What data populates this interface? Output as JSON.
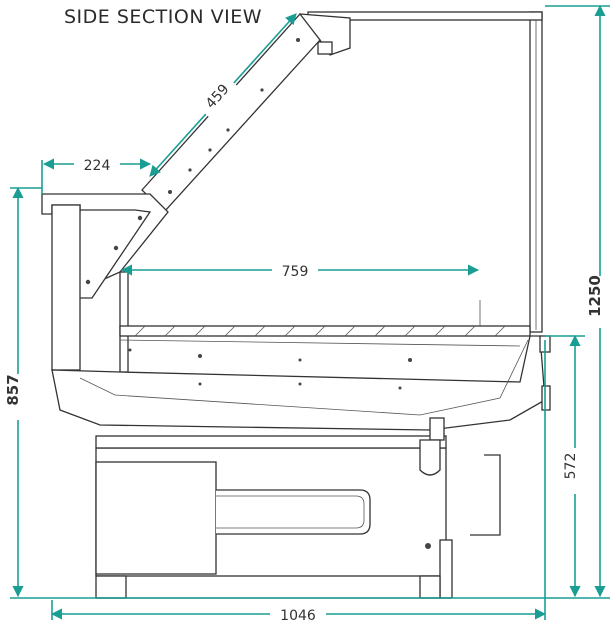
{
  "title": "SIDE SECTION VIEW",
  "dimensions": {
    "glass_length": "459",
    "top_overhang": "224",
    "shelf_depth": "759",
    "height_front": "857",
    "height_total": "1250",
    "height_counter": "572",
    "width_total": "1046"
  },
  "colors": {
    "dimension": "#1a9e93",
    "outline": "#333333"
  }
}
